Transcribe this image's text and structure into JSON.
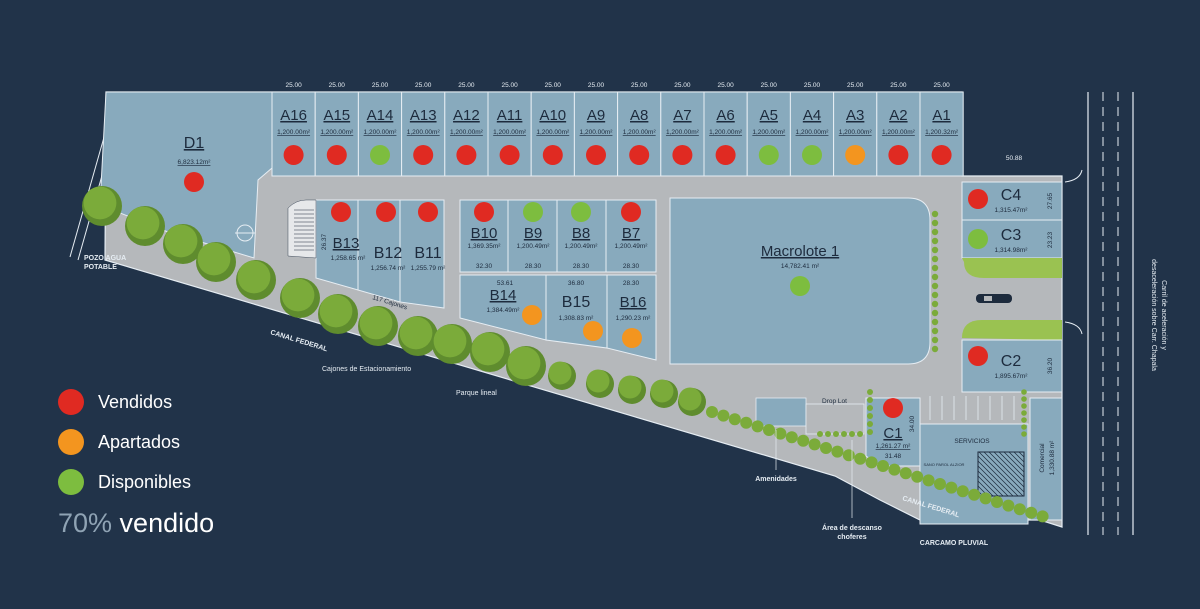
{
  "colors": {
    "background": "#213349",
    "lot": "#88aabd",
    "road": "#b5b8bb",
    "green_strip": "#9ac251",
    "vendido": "#e02a22",
    "apartado": "#f3951f",
    "disponible": "#7dbd3f",
    "tree": "#7bab3a"
  },
  "lots": {
    "A16": {
      "name": "A16",
      "area": "1,200.00m²",
      "status": "vendido"
    },
    "A15": {
      "name": "A15",
      "area": "1,200.00m²",
      "status": "vendido"
    },
    "A14": {
      "name": "A14",
      "area": "1,200.00m²",
      "status": "disponible"
    },
    "A13": {
      "name": "A13",
      "area": "1,200.00m²",
      "status": "vendido"
    },
    "A12": {
      "name": "A12",
      "area": "1,200.00m²",
      "status": "vendido"
    },
    "A11": {
      "name": "A11",
      "area": "1,200.00m²",
      "status": "vendido"
    },
    "A10": {
      "name": "A10",
      "area": "1,200.00m²",
      "status": "vendido"
    },
    "A9": {
      "name": "A9",
      "area": "1,200.00m²",
      "status": "vendido"
    },
    "A8": {
      "name": "A8",
      "area": "1,200.00m²",
      "status": "vendido"
    },
    "A7": {
      "name": "A7",
      "area": "1,200.00m²",
      "status": "vendido"
    },
    "A6": {
      "name": "A6",
      "area": "1,200.00m²",
      "status": "vendido"
    },
    "A5": {
      "name": "A5",
      "area": "1,200.00m²",
      "status": "disponible"
    },
    "A4": {
      "name": "A4",
      "area": "1,200.00m²",
      "status": "disponible"
    },
    "A3": {
      "name": "A3",
      "area": "1,200.00m²",
      "status": "apartado"
    },
    "A2": {
      "name": "A2",
      "area": "1,200.00m²",
      "status": "vendido"
    },
    "A1": {
      "name": "A1",
      "area": "1,200.32m²",
      "status": "vendido"
    },
    "D1": {
      "name": "D1",
      "area": "6,823.12m²",
      "status": "vendido"
    },
    "B13": {
      "name": "B13",
      "area": "1,258.65 m²",
      "status": "vendido"
    },
    "B12": {
      "name": "B12",
      "area": "1,256.74 m²",
      "status": "vendido"
    },
    "B11": {
      "name": "B11",
      "area": "1,255.79 m²",
      "status": "vendido"
    },
    "B10": {
      "name": "B10",
      "area": "1,369.35m²",
      "status": "vendido"
    },
    "B9": {
      "name": "B9",
      "area": "1,200.49m²",
      "status": "disponible"
    },
    "B8": {
      "name": "B8",
      "area": "1,200.49m²",
      "status": "disponible"
    },
    "B7": {
      "name": "B7",
      "area": "1,200.49m²",
      "status": "vendido"
    },
    "B14": {
      "name": "B14",
      "area": "1,384.49m²",
      "status": "apartado"
    },
    "B15": {
      "name": "B15",
      "area": "1,308.83 m²",
      "status": "apartado"
    },
    "B16": {
      "name": "B16",
      "area": "1,290.23 m²",
      "status": "apartado"
    },
    "Macrolote1": {
      "name": "Macrolote 1",
      "area": "14,782.41 m²",
      "status": "disponible"
    },
    "C4": {
      "name": "C4",
      "area": "1,315.47m²",
      "status": "vendido"
    },
    "C3": {
      "name": "C3",
      "area": "1,314.98m²",
      "status": "disponible"
    },
    "C2": {
      "name": "C2",
      "area": "1,895.67m²",
      "status": "vendido"
    },
    "C1": {
      "name": "C1",
      "area": "1,261.27 m²",
      "status": "vendido"
    }
  },
  "dimensions": {
    "top_frontage": "25.00",
    "c_block_width": "50.88",
    "c4_depth": "27.65",
    "c3_depth": "23.23",
    "c2_depth": "36.20",
    "c1_depth": "34.00",
    "c1_width": "31.48",
    "b13_depth": "26.37",
    "b10_frontage": "32.30",
    "b_frontage": "28.30",
    "b14_frontage": "53.61",
    "b15_frontage": "36.80",
    "b16_frontage": "28.30"
  },
  "labels": {
    "pozo": "POZO AGUA",
    "pozo2": "POTABLE",
    "cajones_117": "117 Cajones",
    "canal_federal": "CANAL FEDERAL",
    "cajones_estacionamiento": "Cajones de Estacionamiento",
    "parque_lineal": "Parque lineal",
    "drop_lot": "Drop Lot",
    "servicios": "SERVICIOS",
    "sanidad": "SANO PAROL ALZIOR",
    "comercial": "Comercial",
    "comercial_area": "1,330.88 m²",
    "amenidades": "Amenidades",
    "area_descanso_1": "Área de descanso",
    "area_descanso_2": "choferes",
    "canal_federal_2": "CANAL FEDERAL",
    "carcamo": "CARCAMO PLUVIAL",
    "carril_1": "Carril de aceleración y",
    "carril_2": "desaceleración sobre Carr. Chapala"
  },
  "legend": {
    "vendidos": "Vendidos",
    "apartados": "Apartados",
    "disponibles": "Disponibles"
  },
  "summary": {
    "percent": "70%",
    "text": " vendido"
  }
}
